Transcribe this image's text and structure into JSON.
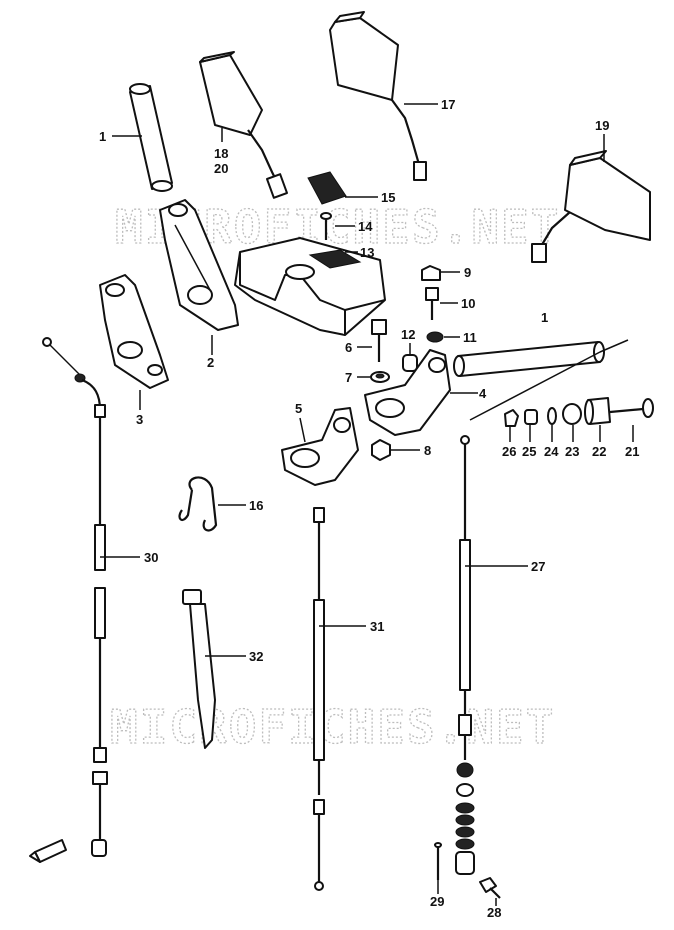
{
  "watermark": {
    "text": "MICROFICHES.NET"
  },
  "labels": [
    {
      "id": "p1a",
      "text": "1"
    },
    {
      "id": "p1b",
      "text": "1"
    },
    {
      "id": "p2",
      "text": "2"
    },
    {
      "id": "p3",
      "text": "3"
    },
    {
      "id": "p4",
      "text": "4"
    },
    {
      "id": "p5",
      "text": "5"
    },
    {
      "id": "p6",
      "text": "6"
    },
    {
      "id": "p7",
      "text": "7"
    },
    {
      "id": "p8",
      "text": "8"
    },
    {
      "id": "p9",
      "text": "9"
    },
    {
      "id": "p10",
      "text": "10"
    },
    {
      "id": "p11",
      "text": "11"
    },
    {
      "id": "p12",
      "text": "12"
    },
    {
      "id": "p13",
      "text": "13"
    },
    {
      "id": "p14",
      "text": "14"
    },
    {
      "id": "p15",
      "text": "15"
    },
    {
      "id": "p16",
      "text": "16"
    },
    {
      "id": "p17",
      "text": "17"
    },
    {
      "id": "p18",
      "text": "18"
    },
    {
      "id": "p20",
      "text": "20"
    },
    {
      "id": "p19",
      "text": "19"
    },
    {
      "id": "p21",
      "text": "21"
    },
    {
      "id": "p22",
      "text": "22"
    },
    {
      "id": "p23",
      "text": "23"
    },
    {
      "id": "p24",
      "text": "24"
    },
    {
      "id": "p25",
      "text": "25"
    },
    {
      "id": "p26",
      "text": "26"
    },
    {
      "id": "p27",
      "text": "27"
    },
    {
      "id": "p28",
      "text": "28"
    },
    {
      "id": "p29",
      "text": "29"
    },
    {
      "id": "p30",
      "text": "30"
    },
    {
      "id": "p31",
      "text": "31"
    },
    {
      "id": "p32",
      "text": "32"
    }
  ]
}
